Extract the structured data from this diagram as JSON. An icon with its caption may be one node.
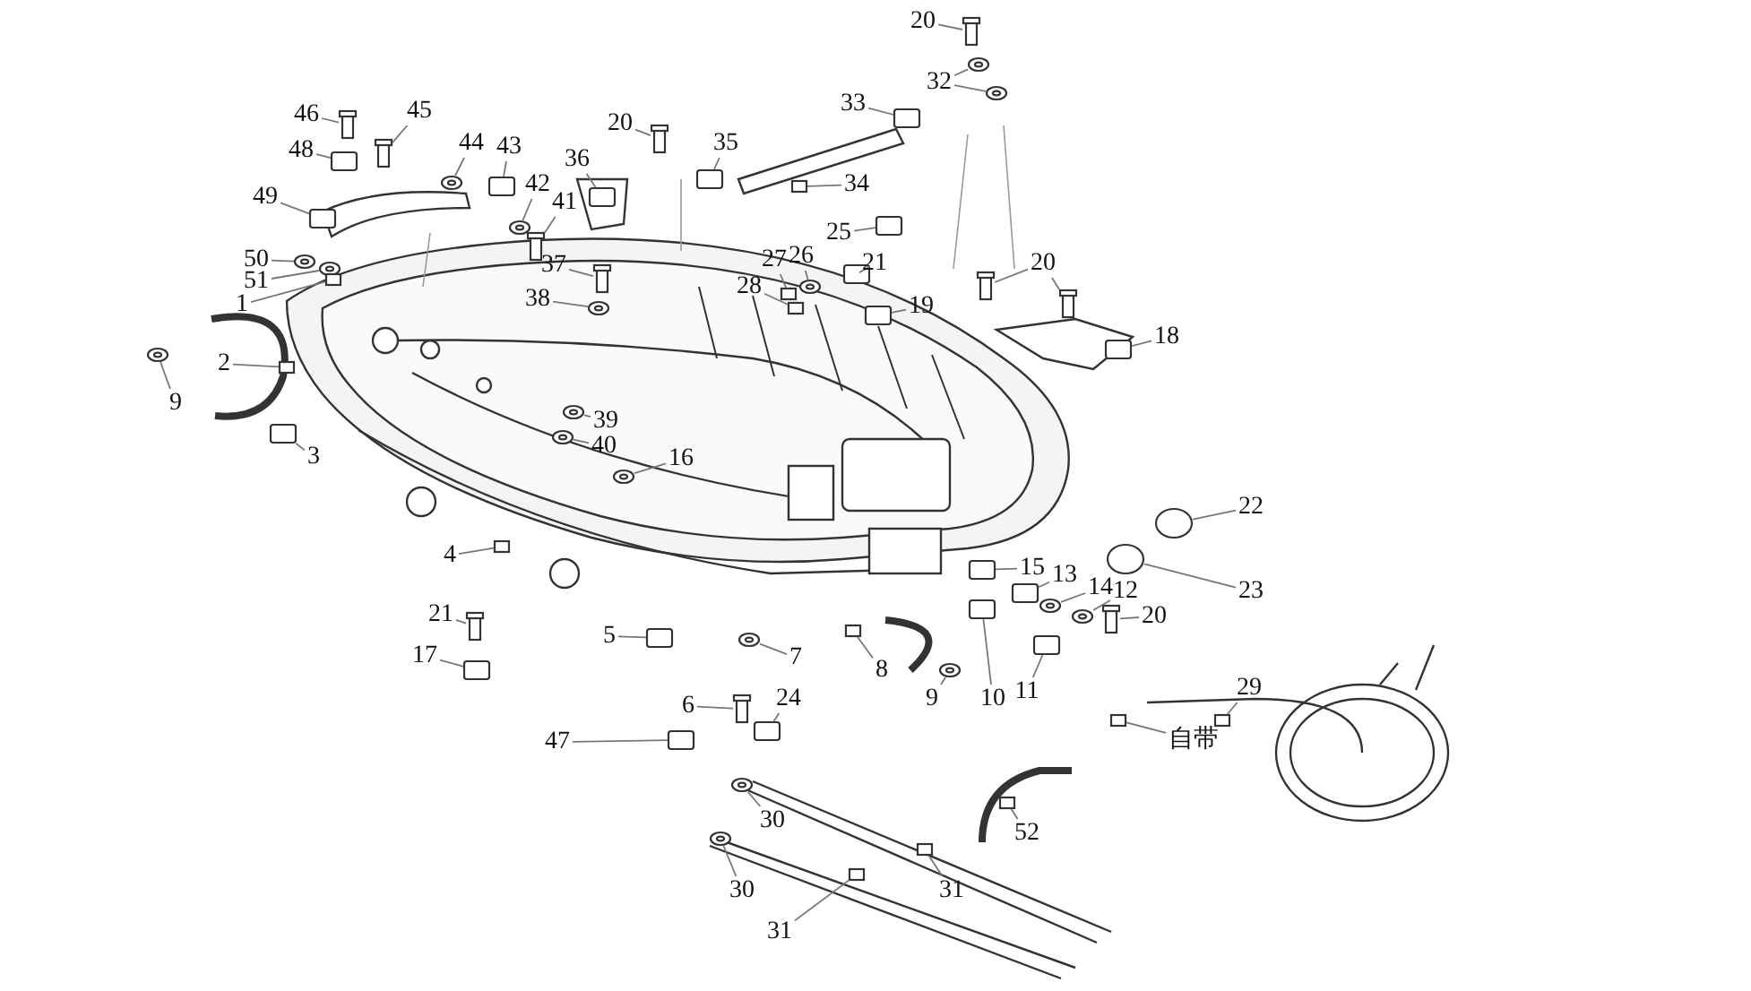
{
  "diagram": {
    "nodes": [
      {
        "text": [
          "20"
        ]
      },
      {
        "text": [
          "32"
        ]
      },
      {
        "text": [
          "33"
        ]
      },
      {
        "text": [
          "46"
        ]
      },
      {
        "text": [
          "45"
        ]
      },
      {
        "text": [
          "20"
        ]
      },
      {
        "text": [
          "35"
        ]
      },
      {
        "text": [
          "44"
        ]
      },
      {
        "text": [
          "43"
        ]
      },
      {
        "text": [
          "36"
        ]
      },
      {
        "text": [
          "48"
        ]
      },
      {
        "text": [
          "42"
        ]
      },
      {
        "text": [
          "34"
        ]
      },
      {
        "text": [
          "49"
        ]
      },
      {
        "text": [
          "41"
        ]
      },
      {
        "text": [
          "25"
        ]
      },
      {
        "text": [
          "27"
        ]
      },
      {
        "text": [
          "26"
        ]
      },
      {
        "text": [
          "20"
        ]
      },
      {
        "text": [
          "37"
        ]
      },
      {
        "text": [
          "50"
        ]
      },
      {
        "text": [
          "21"
        ]
      },
      {
        "text": [
          "51"
        ]
      },
      {
        "text": [
          "28"
        ]
      },
      {
        "text": [
          "1"
        ]
      },
      {
        "text": [
          "19"
        ]
      },
      {
        "text": [
          "38"
        ]
      },
      {
        "text": [
          "18"
        ]
      },
      {
        "text": [
          "2"
        ]
      },
      {
        "text": [
          "9"
        ]
      },
      {
        "text": [
          "39"
        ]
      },
      {
        "text": [
          "3"
        ]
      },
      {
        "text": [
          "40"
        ]
      },
      {
        "text": [
          "16"
        ]
      },
      {
        "text": [
          "22"
        ]
      },
      {
        "text": [
          "4"
        ]
      },
      {
        "text": [
          "15"
        ]
      },
      {
        "text": [
          "13"
        ]
      },
      {
        "text": [
          "23"
        ]
      },
      {
        "text": [
          "14"
        ]
      },
      {
        "text": [
          "12"
        ]
      },
      {
        "text": [
          "21"
        ]
      },
      {
        "text": [
          "20"
        ]
      },
      {
        "text": [
          "5"
        ]
      },
      {
        "text": [
          "7"
        ]
      },
      {
        "text": [
          "17"
        ]
      },
      {
        "text": [
          "8"
        ]
      },
      {
        "text": [
          "9"
        ]
      },
      {
        "text": [
          "11"
        ]
      },
      {
        "text": [
          "29"
        ]
      },
      {
        "text": [
          "10"
        ]
      },
      {
        "text": [
          "6"
        ]
      },
      {
        "text": [
          "24"
        ]
      },
      {
        "text": [
          "47"
        ]
      },
      {
        "text": [
          "自带"
        ]
      },
      {
        "text": [
          "52"
        ]
      },
      {
        "text": [
          "30"
        ]
      },
      {
        "text": [
          "30"
        ]
      },
      {
        "text": [
          "31"
        ]
      },
      {
        "text": [
          "31"
        ]
      },
      {
        "text": [],
        "shape": "bar"
      },
      {
        "text": [],
        "shape": "circle"
      },
      {
        "text": [],
        "shape": "circle"
      },
      {
        "text": [],
        "shape": "box"
      },
      {
        "text": [],
        "shape": "bar"
      },
      {
        "text": [],
        "shape": "bar"
      },
      {
        "text": [],
        "shape": "bar"
      },
      {
        "text": [],
        "shape": "box"
      },
      {
        "text": [],
        "shape": "circle"
      },
      {
        "text": [],
        "shape": "box"
      },
      {
        "text": [],
        "shape": "box"
      },
      {
        "text": [],
        "shape": "box"
      },
      {
        "text": [],
        "shape": "circle"
      },
      {
        "text": [],
        "shape": "box"
      },
      {
        "text": [],
        "shape": "box"
      },
      {
        "text": [],
        "shape": "bar"
      },
      {
        "text": [],
        "shape": "box"
      },
      {
        "text": [],
        "shape": "box"
      },
      {
        "text": [],
        "shape": "circle"
      },
      {
        "text": [],
        "shape": "bar"
      },
      {
        "text": [],
        "shape": "bar"
      },
      {
        "text": [],
        "shape": "bar"
      },
      {
        "text": [],
        "shape": "circle"
      },
      {
        "text": [],
        "shape": "box"
      },
      {
        "text": [],
        "shape": "circle"
      },
      {
        "text": [],
        "shape": "box"
      },
      {
        "text": [],
        "shape": "box"
      },
      {
        "text": [],
        "shape": "box"
      },
      {
        "text": [],
        "shape": "circle"
      },
      {
        "text": [],
        "shape": "box"
      },
      {
        "text": [],
        "shape": "box"
      },
      {
        "text": [],
        "shape": "circle"
      },
      {
        "text": [],
        "shape": "circle"
      },
      {
        "text": [],
        "shape": "box"
      },
      {
        "text": [],
        "shape": "circle"
      },
      {
        "text": [],
        "shape": "circle"
      },
      {
        "text": [],
        "shape": "circle"
      },
      {
        "text": [],
        "shape": "box"
      },
      {
        "text": [],
        "shape": "box"
      },
      {
        "text": [],
        "shape": "box"
      },
      {
        "text": [],
        "shape": "circle"
      },
      {
        "text": [],
        "shape": "circle"
      },
      {
        "text": [],
        "shape": "circle"
      },
      {
        "text": [],
        "shape": "bar"
      },
      {
        "text": [],
        "shape": "bar"
      },
      {
        "text": [],
        "shape": "box"
      },
      {
        "text": [],
        "shape": "circle"
      },
      {
        "text": [],
        "shape": "box"
      },
      {
        "text": [],
        "shape": "box"
      },
      {
        "text": [],
        "shape": "circle"
      },
      {
        "text": [],
        "shape": "box"
      },
      {
        "text": [],
        "shape": "box"
      },
      {
        "text": [],
        "shape": "box"
      },
      {
        "text": [],
        "shape": "bar"
      },
      {
        "text": [],
        "shape": "box"
      },
      {
        "text": [],
        "shape": "box"
      },
      {
        "text": [],
        "shape": "box"
      },
      {
        "text": [],
        "shape": "box"
      },
      {
        "text": [],
        "shape": "circle"
      },
      {
        "text": [],
        "shape": "circle"
      },
      {
        "text": [],
        "shape": "box"
      },
      {
        "text": [],
        "shape": "box"
      }
    ],
    "edges": [
      {
        "from": 0,
        "to": 60,
        "arrow": "none"
      },
      {
        "from": 1,
        "to": 61,
        "arrow": "none"
      },
      {
        "from": 1,
        "to": 62,
        "arrow": "none"
      },
      {
        "from": 2,
        "to": 63,
        "arrow": "none"
      },
      {
        "from": 3,
        "to": 64,
        "arrow": "none"
      },
      {
        "from": 4,
        "to": 65,
        "arrow": "none"
      },
      {
        "from": 5,
        "to": 66,
        "arrow": "none"
      },
      {
        "from": 6,
        "to": 67,
        "arrow": "none"
      },
      {
        "from": 7,
        "to": 68,
        "arrow": "none"
      },
      {
        "from": 8,
        "to": 69,
        "arrow": "none"
      },
      {
        "from": 9,
        "to": 70,
        "arrow": "none"
      },
      {
        "from": 10,
        "to": 71,
        "arrow": "none"
      },
      {
        "from": 11,
        "to": 72,
        "arrow": "none"
      },
      {
        "from": 12,
        "to": 73,
        "arrow": "none"
      },
      {
        "from": 13,
        "to": 74,
        "arrow": "none"
      },
      {
        "from": 14,
        "to": 75,
        "arrow": "none"
      },
      {
        "from": 15,
        "to": 76,
        "arrow": "none"
      },
      {
        "from": 16,
        "to": 77,
        "arrow": "none"
      },
      {
        "from": 17,
        "to": 78,
        "arrow": "none"
      },
      {
        "from": 18,
        "to": 79,
        "arrow": "none"
      },
      {
        "from": 18,
        "to": 80,
        "arrow": "none"
      },
      {
        "from": 19,
        "to": 81,
        "arrow": "none"
      },
      {
        "from": 20,
        "to": 82,
        "arrow": "none"
      },
      {
        "from": 21,
        "to": 83,
        "arrow": "none"
      },
      {
        "from": 22,
        "to": 84,
        "arrow": "none"
      },
      {
        "from": 23,
        "to": 85,
        "arrow": "none"
      },
      {
        "from": 24,
        "to": 86,
        "arrow": "none"
      },
      {
        "from": 25,
        "to": 87,
        "arrow": "none"
      },
      {
        "from": 26,
        "to": 88,
        "arrow": "none"
      },
      {
        "from": 27,
        "to": 89,
        "arrow": "none"
      },
      {
        "from": 28,
        "to": 90,
        "arrow": "none"
      },
      {
        "from": 29,
        "to": 91,
        "arrow": "none"
      },
      {
        "from": 30,
        "to": 92,
        "arrow": "none"
      },
      {
        "from": 31,
        "to": 93,
        "arrow": "none"
      },
      {
        "from": 32,
        "to": 94,
        "arrow": "none"
      },
      {
        "from": 33,
        "to": 95,
        "arrow": "none"
      },
      {
        "from": 34,
        "to": 96,
        "arrow": "none"
      },
      {
        "from": 35,
        "to": 97,
        "arrow": "none"
      },
      {
        "from": 36,
        "to": 98,
        "arrow": "none"
      },
      {
        "from": 37,
        "to": 99,
        "arrow": "none"
      },
      {
        "from": 38,
        "to": 100,
        "arrow": "none"
      },
      {
        "from": 39,
        "to": 101,
        "arrow": "none"
      },
      {
        "from": 40,
        "to": 102,
        "arrow": "none"
      },
      {
        "from": 41,
        "to": 103,
        "arrow": "none"
      },
      {
        "from": 42,
        "to": 104,
        "arrow": "none"
      },
      {
        "from": 43,
        "to": 105,
        "arrow": "none"
      },
      {
        "from": 44,
        "to": 106,
        "arrow": "none"
      },
      {
        "from": 45,
        "to": 107,
        "arrow": "none"
      },
      {
        "from": 46,
        "to": 108,
        "arrow": "none"
      },
      {
        "from": 47,
        "to": 109,
        "arrow": "none"
      },
      {
        "from": 48,
        "to": 110,
        "arrow": "none"
      },
      {
        "from": 49,
        "to": 111,
        "arrow": "none"
      },
      {
        "from": 50,
        "to": 112,
        "arrow": "none"
      },
      {
        "from": 51,
        "to": 113,
        "arrow": "none"
      },
      {
        "from": 52,
        "to": 114,
        "arrow": "none"
      },
      {
        "from": 53,
        "to": 115,
        "arrow": "none"
      },
      {
        "from": 54,
        "to": 116,
        "arrow": "none"
      },
      {
        "from": 55,
        "to": 117,
        "arrow": "none"
      },
      {
        "from": 56,
        "to": 118,
        "arrow": "none"
      },
      {
        "from": 57,
        "to": 119,
        "arrow": "none"
      },
      {
        "from": 58,
        "to": 120,
        "arrow": "none"
      },
      {
        "from": 59,
        "to": 121,
        "arrow": "none"
      }
    ]
  }
}
